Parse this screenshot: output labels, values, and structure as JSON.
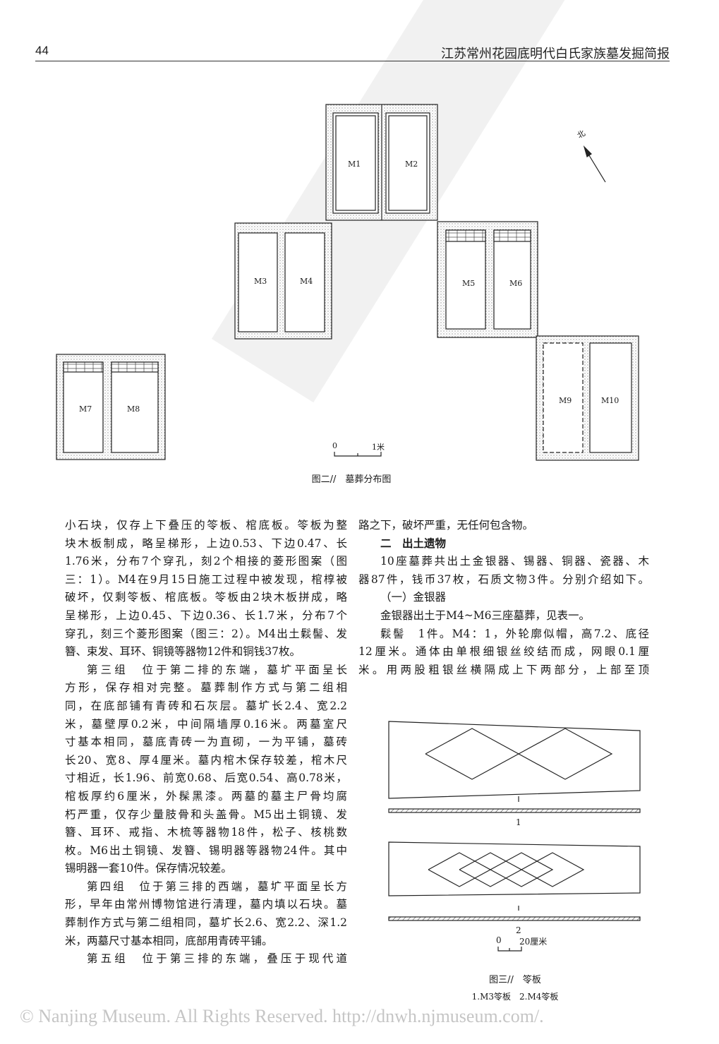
{
  "header": {
    "page_number": "44",
    "title": "江苏常州花园底明代白氏家族墓发掘简报"
  },
  "figure2": {
    "caption": "图二//　墓葬分布图",
    "tomb_labels": [
      "M1",
      "M2",
      "M3",
      "M4",
      "M5",
      "M6",
      "M7",
      "M8",
      "M9",
      "M10"
    ],
    "north": "北",
    "scale_zero": "0",
    "scale_end": "1米"
  },
  "left_column": [
    "小石块，仅存上下叠压的笭板、棺底板。笭板为整",
    "块木板制成，略呈梯形，上边0.53、下边0.47、长",
    "1.76米，分布7个穿孔，刻2个相接的菱形图案（图",
    "三：1）。M4在9月15日施工过程中被发现，棺椁被",
    "破坏，仅剩笭板、棺底板。笭板由2块木板拼成，略",
    "呈梯形，上边0.45、下边0.36、长1.7米，分布7个",
    "穿孔，刻三个菱形图案（图三：2）。M4出土鬏髻、发",
    "簪、束发、耳环、铜镜等器物12件和铜钱37枚。",
    "第三组　位于第二排的东端，墓圹平面呈长",
    "方形，保存相对完整。墓葬制作方式与第二组相",
    "同，在底部铺有青砖和石灰层。墓圹长2.4、宽2.2",
    "米，墓壁厚0.2米，中间隔墙厚0.16米。两墓室尺",
    "寸基本相同，墓底青砖一为直砌，一为平铺，墓砖",
    "长20、宽8、厚4厘米。墓内棺木保存较差，棺木尺",
    "寸相近，长1.96、前宽0.68、后宽0.54、高0.78米，",
    "棺板厚约6厘米，外髹黑漆。两墓的墓主尸骨均腐",
    "朽严重，仅存少量肢骨和头盖骨。M5出土铜镜、发",
    "簪、耳环、戒指、木梳等器物18件，松子、核桃数",
    "枚。M6出土铜镜、发簪、锡明器等器物24件。其中",
    "锡明器一套10件。保存情况较差。",
    "第四组　位于第三排的西端，墓圹平面呈长方",
    "形，早年由常州博物馆进行清理，墓内填以石块。墓",
    "葬制作方式与第二组相同，墓圹长2.6、宽2.2、深1.2",
    "米，两墓尺寸基本相同，底部用青砖平铺。",
    "第五组　位于第三排的东端，叠压于现代道"
  ],
  "right_column": [
    "路之下，破坏严重，无任何包含物。",
    "二　出土遗物",
    "10座墓葬共出土金银器、锡器、铜器、瓷器、木",
    "器87件，钱币37枚，石质文物3件。分别介绍如下。",
    "（一）金银器",
    "金银器出土于M4~M6三座墓葬，见表一。",
    "鬏髻　1件。M4：1，外轮廓似帽，高7.2、底径",
    "12厘米。通体由单根细银丝绞结而成，网眼0.1厘",
    "米。用两股粗银丝横隔成上下两部分，上部至顶"
  ],
  "figure3": {
    "label1": "1",
    "label2": "2",
    "scale_zero": "0",
    "scale_end": "20厘米",
    "caption": "图三//　笭板",
    "subcaption": "1.M3笭板　2.M4笭板"
  },
  "watermark": "© Nanjing Museum. All Rights Reserved. http://dnwh.njmuseum.com/."
}
